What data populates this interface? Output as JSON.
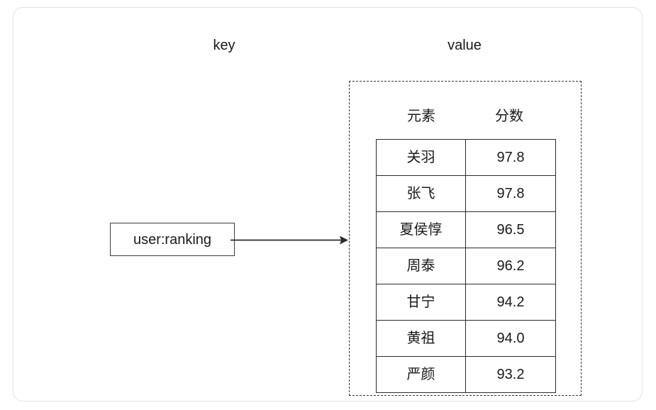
{
  "diagram": {
    "key_caption": "key",
    "value_caption": "value",
    "key_name": "user:ranking",
    "arrow": "arrow-right",
    "columns": {
      "element": "元素",
      "score": "分数"
    },
    "rows": [
      {
        "element": "关羽",
        "score": "97.8"
      },
      {
        "element": "张飞",
        "score": "97.8"
      },
      {
        "element": "夏侯惇",
        "score": "96.5"
      },
      {
        "element": "周泰",
        "score": "96.2"
      },
      {
        "element": "甘宁",
        "score": "94.2"
      },
      {
        "element": "黄祖",
        "score": "94.0"
      },
      {
        "element": "严颜",
        "score": "93.2"
      }
    ],
    "colors": {
      "stroke": "#2b2b2b",
      "dashed_stroke": "#333333",
      "card_border": "#e3e3e3",
      "text": "#1a1a1a",
      "background": "#ffffff"
    }
  }
}
